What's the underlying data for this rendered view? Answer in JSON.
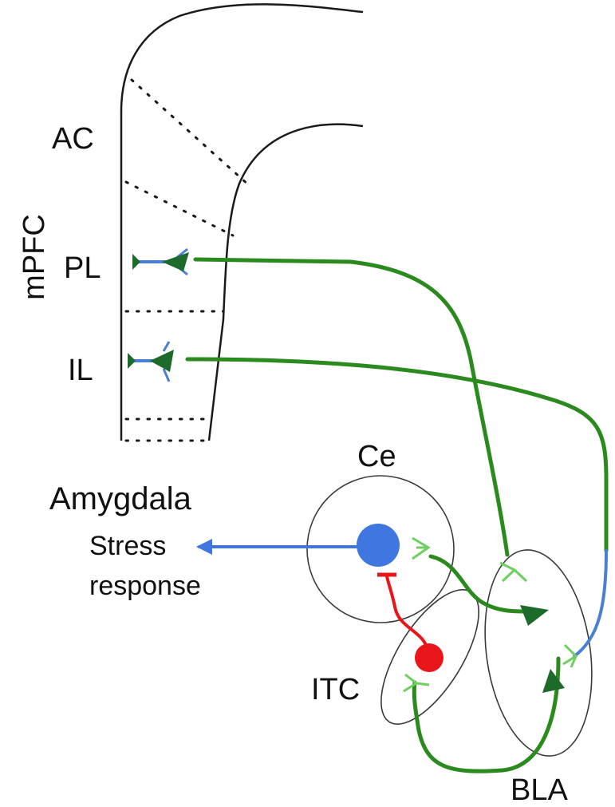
{
  "labels": {
    "mpfc": "mPFC",
    "ac": "AC",
    "pl": "PL",
    "il": "IL",
    "amygdala": "Amygdala",
    "stress_line1": "Stress",
    "stress_line2": "response",
    "ce": "Ce",
    "itc": "ITC",
    "bla": "BLA"
  },
  "colors": {
    "pyramidal_neuron": "#1d6b2a",
    "excitatory_pathway": "#2a8a1e",
    "synapse_terminal": "#6ccf5f",
    "output_pathway": "#3f76e0",
    "dendrite": "#4a7fd1",
    "inhibitory_neuron": "#e8161b",
    "outline": "#1a1a1a"
  }
}
